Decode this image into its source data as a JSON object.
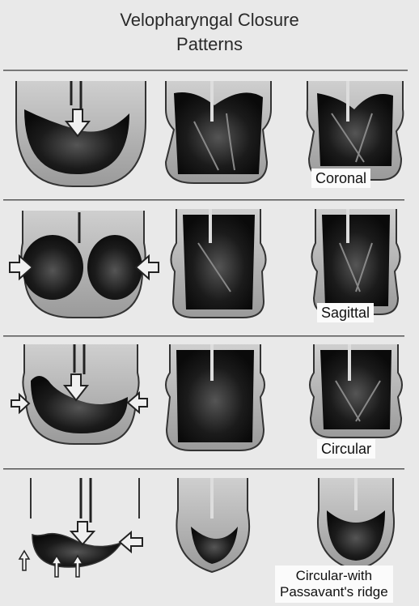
{
  "figure": {
    "title_line1": "Velopharyngal Closure",
    "title_line2": "Patterns",
    "rows": [
      {
        "label": "Coronal"
      },
      {
        "label": "Sagittal"
      },
      {
        "label": "Circular"
      },
      {
        "label_line1": "Circular-with",
        "label_line2": "Passavant's ridge"
      }
    ]
  }
}
